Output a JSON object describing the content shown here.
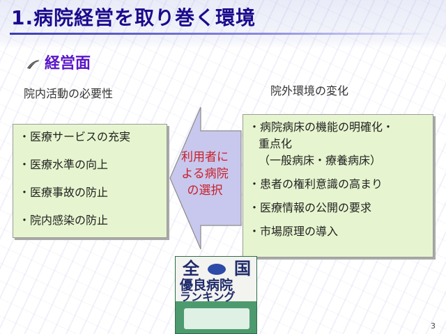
{
  "slide": {
    "title": "1.病院経営を取り巻く環境",
    "subheading": "経営面",
    "page_number": "3"
  },
  "left_column": {
    "heading": "院内活動の必要性",
    "items": [
      "・医療サービスの充実",
      "・医療水準の向上",
      "・医療事故の防止",
      "・院内感染の防止"
    ]
  },
  "right_column": {
    "heading": "院外環境の変化",
    "items": [
      {
        "line1": "・病院病床の機能の明確化・",
        "line2": "重点化",
        "line3": "（一般病床・療養病床）"
      },
      {
        "line1": "・患者の権利意識の高まり"
      },
      {
        "line1": "・医療情報の公開の要求"
      },
      {
        "line1": "・市場原理の導入"
      }
    ]
  },
  "arrow": {
    "lines": [
      "利用者に",
      "よる病院",
      "の選択"
    ]
  },
  "book_cover": {
    "kanji_left": "全",
    "kanji_right": "国",
    "line1": "優良病院",
    "line2": "ランキング"
  },
  "colors": {
    "title": "#1a0a8c",
    "subheading": "#5a16c8",
    "box_fill": "#e6f5cf",
    "arrow_text": "#c8202a",
    "arrow_fill": "#c8c8ee"
  }
}
